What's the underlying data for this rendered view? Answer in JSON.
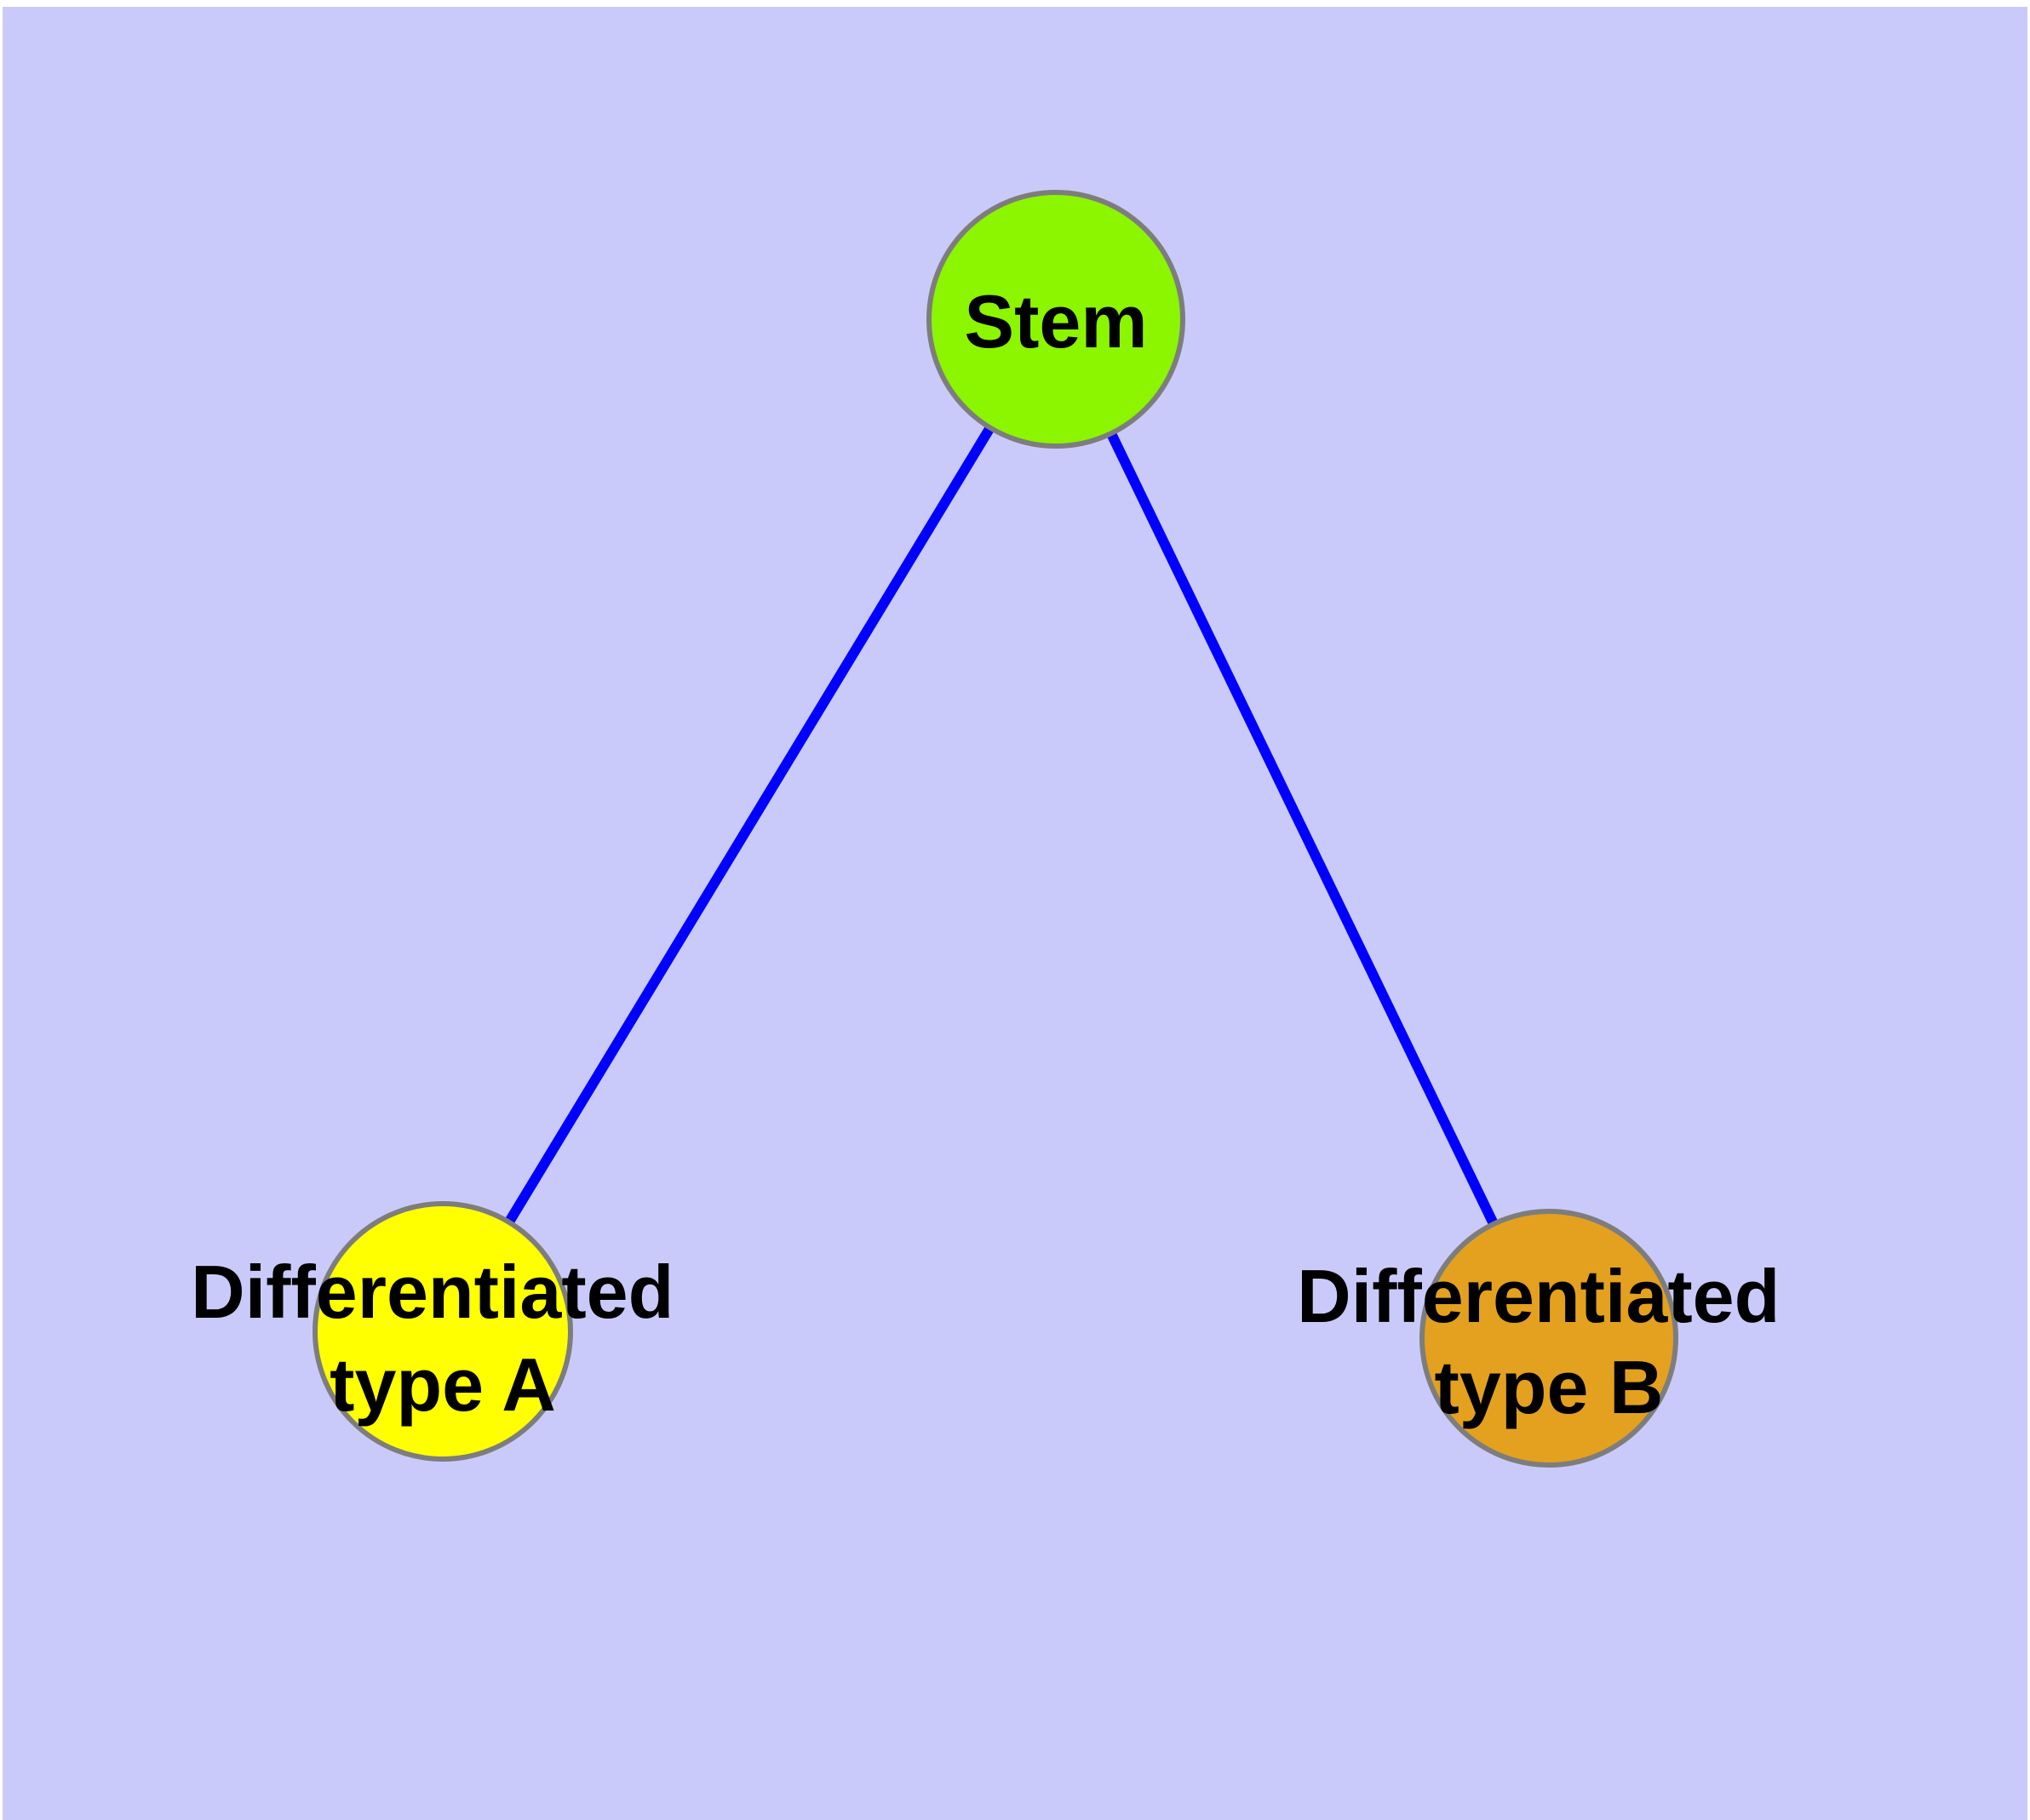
{
  "diagram": {
    "type": "graph",
    "title": "",
    "background_color": "#CACAFA",
    "margin_color": "#FFFFFF",
    "node_border_color": "#7D7D7D",
    "edge_color": "#0000FF",
    "label_color": "#000000",
    "nodes": {
      "stem": {
        "label": "Stem",
        "color": "#8CF500"
      },
      "type_a": {
        "label": "Differentiated type A",
        "label_line1": "Differentiated",
        "label_line2": "type A",
        "color": "#FFFF00"
      },
      "type_b": {
        "label": "Differentiated type B",
        "label_line1": "Differentiated",
        "label_line2": "type B",
        "color": "#E4A11F"
      }
    },
    "edges": [
      {
        "from": "Stem",
        "to": "Differentiated type A",
        "color": "#0000FF"
      },
      {
        "from": "Stem",
        "to": "Differentiated type B",
        "color": "#0000FF"
      }
    ]
  }
}
